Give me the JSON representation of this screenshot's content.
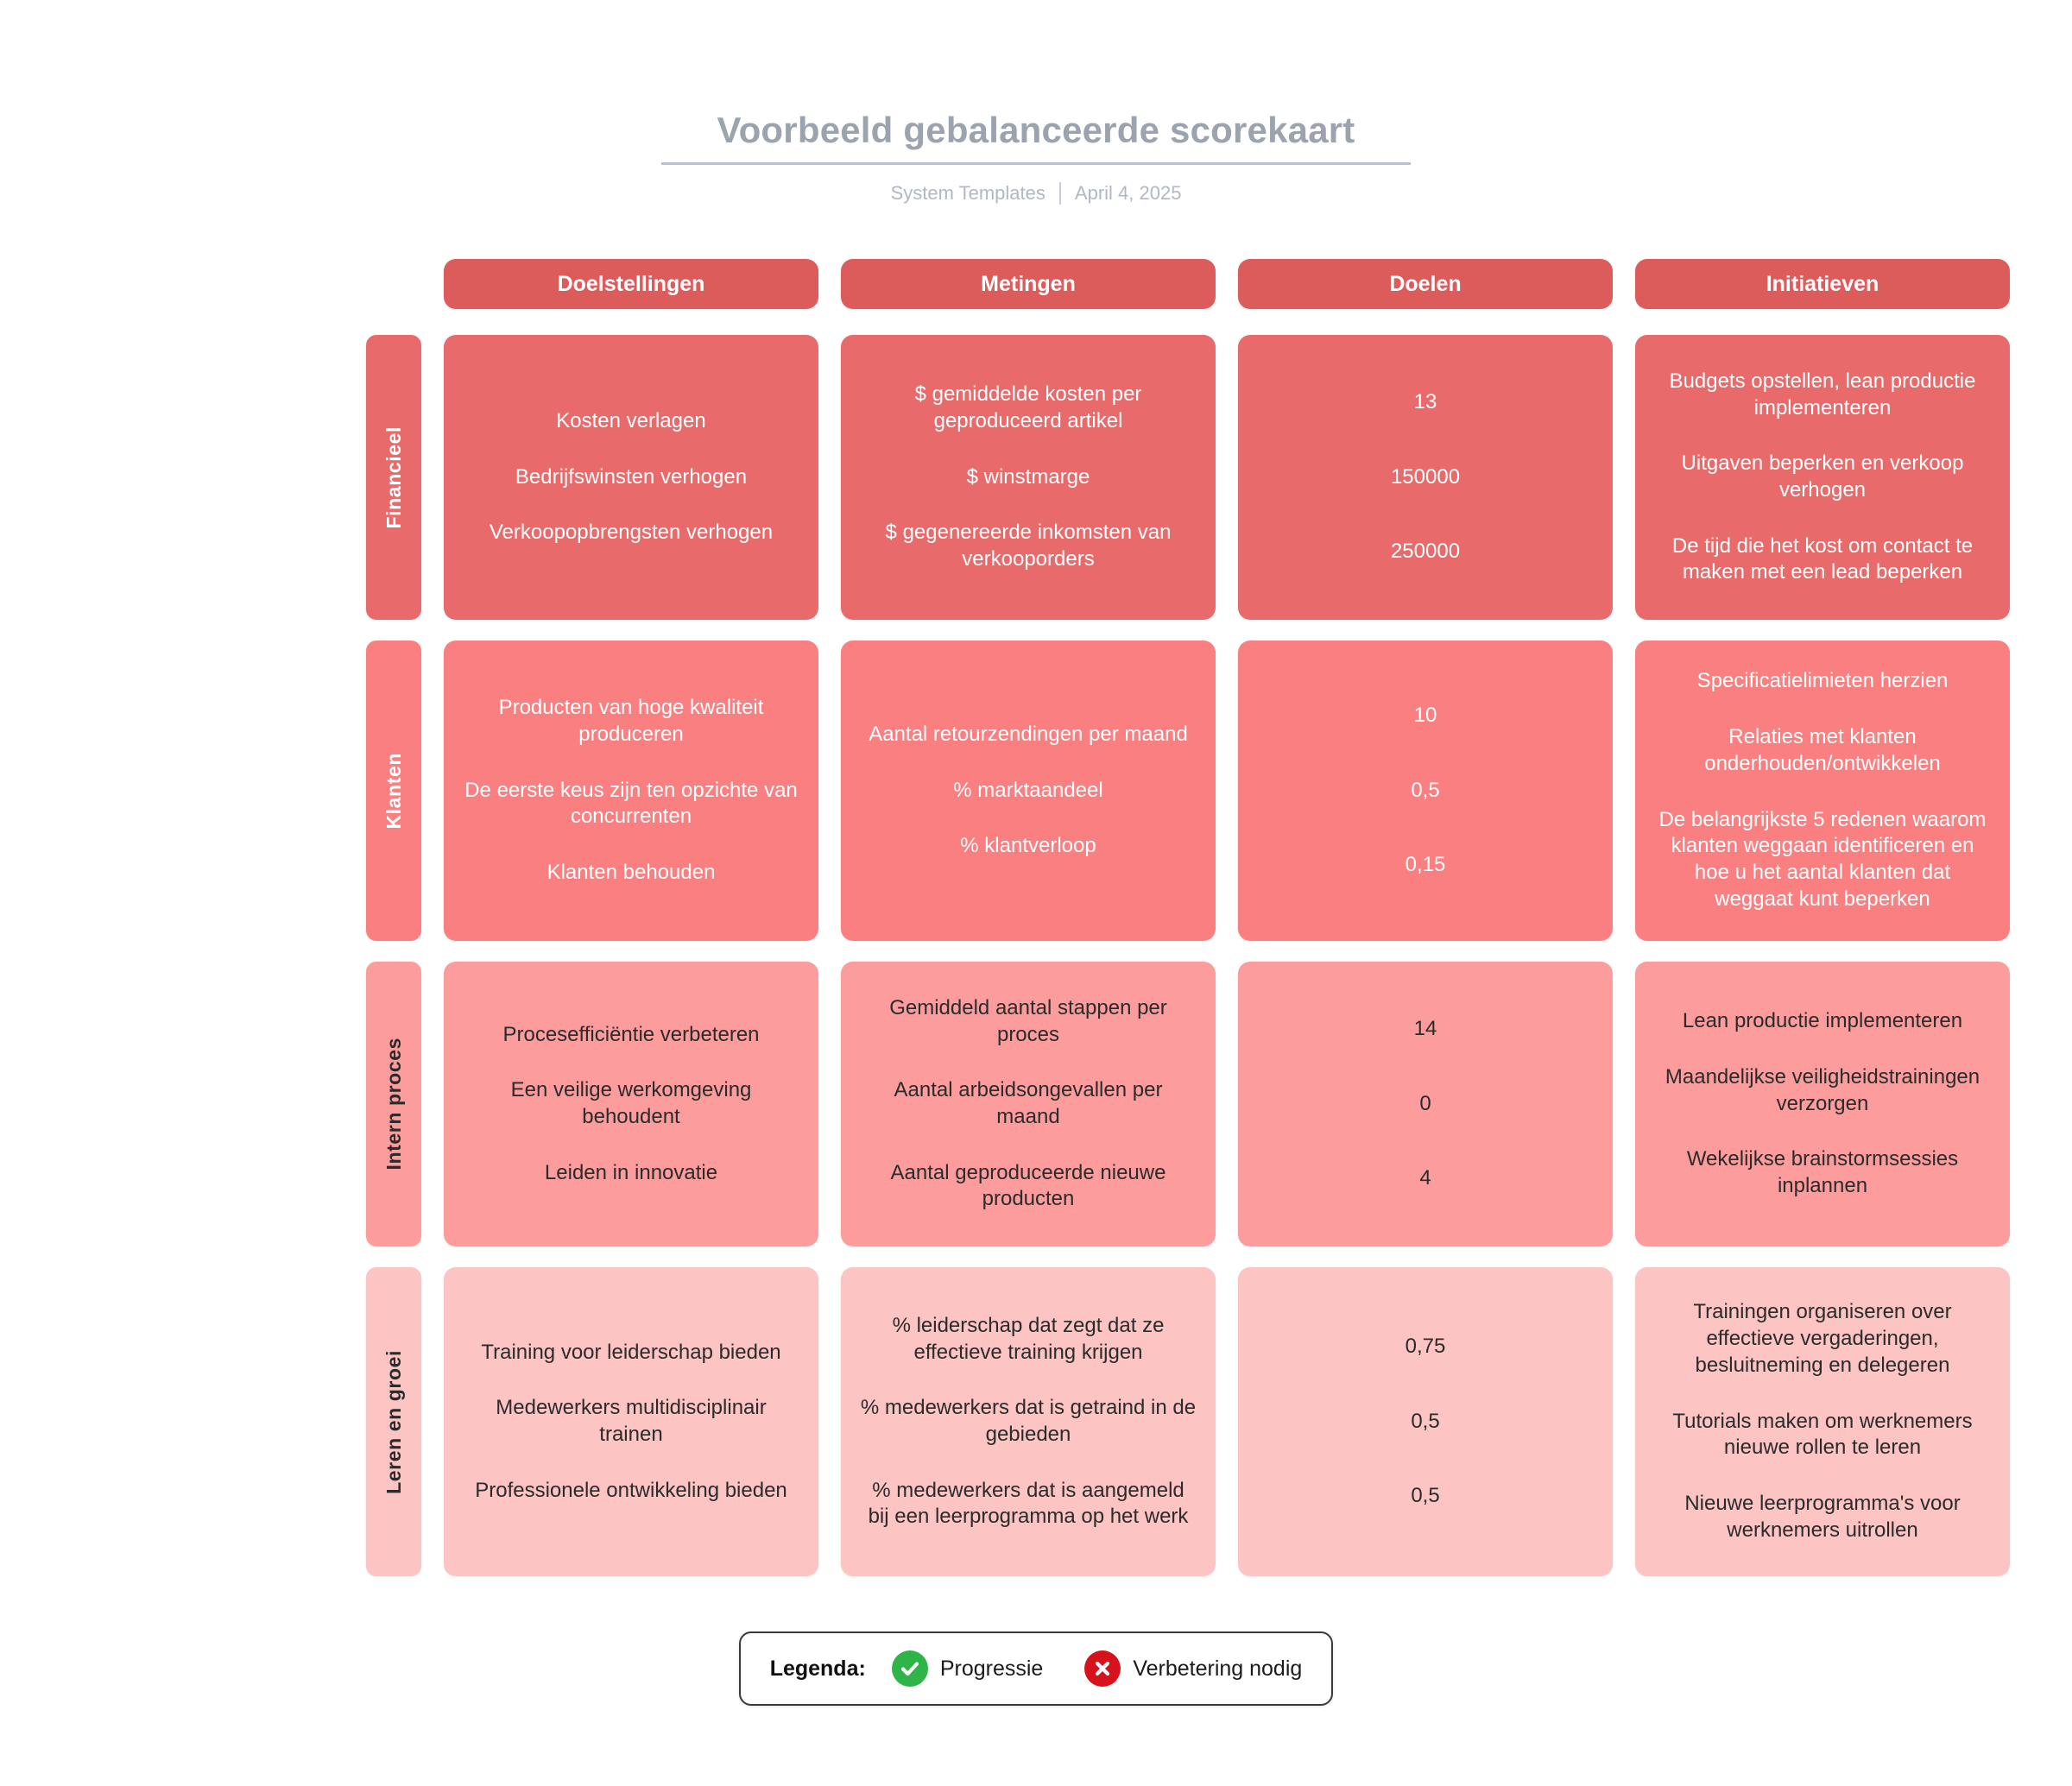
{
  "header": {
    "title": "Voorbeeld gebalanceerde scorekaart",
    "source": "System Templates",
    "date": "April 4, 2025"
  },
  "columns": [
    {
      "label": "Doelstellingen"
    },
    {
      "label": "Metingen"
    },
    {
      "label": "Doelen"
    },
    {
      "label": "Initiatieven"
    }
  ],
  "colors": {
    "header_button": "#dc5c5c",
    "row_financieel": "#e86a6a",
    "row_klanten": "#fa7f80",
    "row_intern_proces": "#fc9c9c",
    "row_leren_en_groei": "#fcc4c2",
    "title_text": "#9aa3ae",
    "legend_ok": "#2fb44a",
    "legend_bad": "#d8121a"
  },
  "rows": [
    {
      "perspective": "Financieel",
      "objectives": [
        "Kosten verlagen",
        "Bedrijfswinsten verhogen",
        "Verkoopopbrengsten verhogen"
      ],
      "measures": [
        "$ gemiddelde kosten per geproduceerd artikel",
        "$ winstmarge",
        "$ gegenereerde inkomsten van verkooporders"
      ],
      "targets": [
        "13",
        "150000",
        "250000"
      ],
      "initiatives": [
        "Budgets opstellen, lean productie implementeren",
        "Uitgaven beperken en verkoop verhogen",
        "De tijd die het kost om contact te maken met een lead beperken"
      ]
    },
    {
      "perspective": "Klanten",
      "objectives": [
        "Producten van hoge kwaliteit produceren",
        "De eerste keus zijn ten opzichte van concurrenten",
        "Klanten behouden"
      ],
      "measures": [
        "Aantal retourzendingen per maand",
        "% marktaandeel",
        "% klantverloop"
      ],
      "targets": [
        "10",
        "0,5",
        "0,15"
      ],
      "initiatives": [
        "Specificatielimieten herzien",
        "Relaties met klanten onderhouden/ontwikkelen",
        "De belangrijkste 5 redenen waarom klanten weggaan identificeren en hoe u het aantal klanten dat weggaat kunt beperken"
      ]
    },
    {
      "perspective": "Intern proces",
      "objectives": [
        "Procesefficiëntie verbeteren",
        "Een veilige werkomgeving behoudent",
        "Leiden in innovatie"
      ],
      "measures": [
        "Gemiddeld aantal stappen per proces",
        "Aantal arbeidsongevallen per maand",
        "Aantal geproduceerde nieuwe producten"
      ],
      "targets": [
        "14",
        "0",
        "4"
      ],
      "initiatives": [
        "Lean productie implementeren",
        "Maandelijkse veiligheidstrainingen verzorgen",
        "Wekelijkse brainstormsessies inplannen"
      ]
    },
    {
      "perspective": "Leren en groei",
      "objectives": [
        "Training voor leiderschap bieden",
        "Medewerkers multidisciplinair trainen",
        "Professionele ontwikkeling bieden"
      ],
      "measures": [
        "% leiderschap dat zegt dat ze effectieve training krijgen",
        "% medewerkers dat is getraind in de gebieden",
        "% medewerkers dat is aangemeld bij een leerprogramma op het werk"
      ],
      "targets": [
        "0,75",
        "0,5",
        "0,5"
      ],
      "initiatives": [
        "Trainingen organiseren over effectieve vergaderingen, besluitneming en delegeren",
        "Tutorials maken om werknemers nieuwe rollen te leren",
        "Nieuwe leerprogramma's voor werknemers uitrollen"
      ]
    }
  ],
  "legend": {
    "title": "Legenda:",
    "items": [
      {
        "icon": "check-circle-icon",
        "label": "Progressie"
      },
      {
        "icon": "x-circle-icon",
        "label": "Verbetering nodig"
      }
    ]
  }
}
